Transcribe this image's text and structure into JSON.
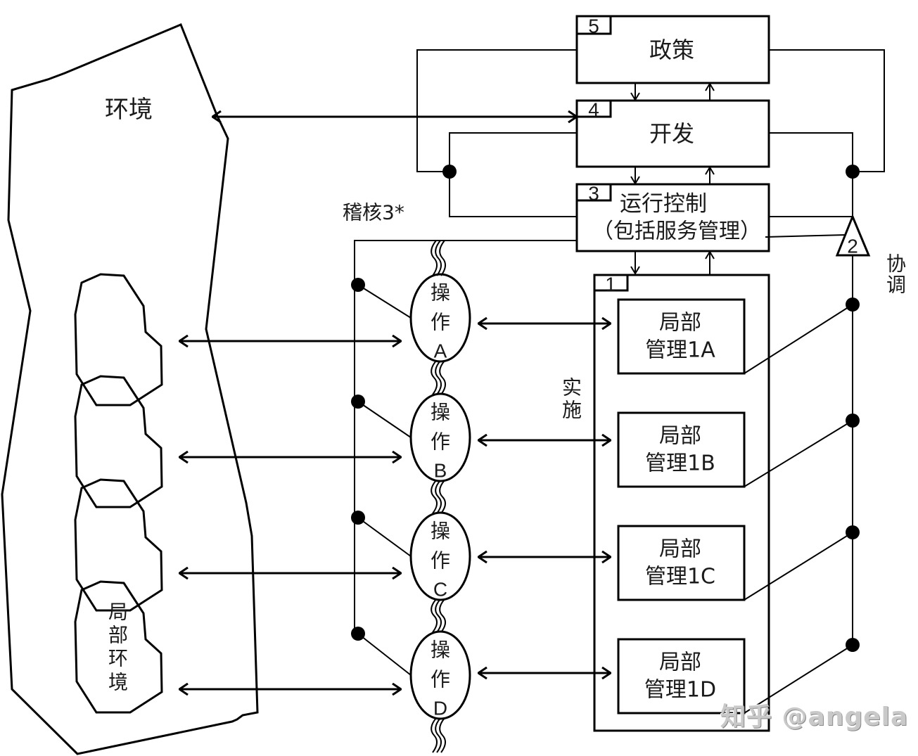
{
  "environment": {
    "label": "环境",
    "local_label": "局部环境"
  },
  "system5": {
    "number": "5",
    "label": "政策"
  },
  "system4": {
    "number": "4",
    "label": "开发"
  },
  "system3": {
    "number": "3",
    "label": "运行控制",
    "sublabel": "（包括服务管理）"
  },
  "system3_star": {
    "label": "稽核3*"
  },
  "system2": {
    "number": "2",
    "label": "协调"
  },
  "system1": {
    "number": "1",
    "implementation_label": "实施"
  },
  "operations": [
    {
      "label": "操作",
      "id": "A"
    },
    {
      "label": "操作",
      "id": "B"
    },
    {
      "label": "操作",
      "id": "C"
    },
    {
      "label": "操作",
      "id": "D"
    }
  ],
  "local_management": [
    {
      "label": "局部",
      "sublabel": "管理1A"
    },
    {
      "label": "局部",
      "sublabel": "管理1B"
    },
    {
      "label": "局部",
      "sublabel": "管理1C"
    },
    {
      "label": "局部",
      "sublabel": "管理1D"
    }
  ],
  "watermark": "知乎 @angela"
}
